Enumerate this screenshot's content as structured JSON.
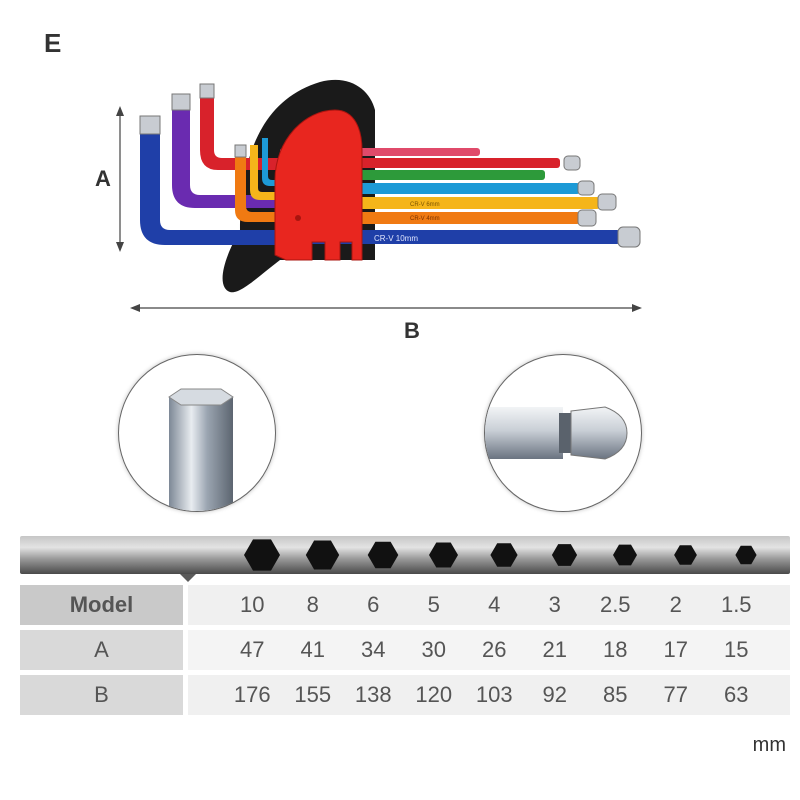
{
  "labels": {
    "corner": "E",
    "dim_a": "A",
    "dim_b": "B"
  },
  "wrench_prints": {
    "large": "CR-V  10mm",
    "mid": "CR-V  6mm",
    "small": "CR-V  4mm"
  },
  "table": {
    "header_label": "Model",
    "rows": [
      {
        "label": "Model",
        "values": [
          "10",
          "8",
          "6",
          "5",
          "4",
          "3",
          "2.5",
          "2",
          "1.5"
        ]
      },
      {
        "label": "A",
        "values": [
          "47",
          "41",
          "34",
          "30",
          "26",
          "21",
          "18",
          "17",
          "15"
        ]
      },
      {
        "label": "B",
        "values": [
          "176",
          "155",
          "138",
          "120",
          "103",
          "92",
          "85",
          "77",
          "63"
        ]
      }
    ],
    "unit": "mm"
  },
  "hex_sizes": [
    "10",
    "8",
    "6",
    "5",
    "4",
    "3",
    "2.5",
    "2",
    "1.5"
  ],
  "colors": {
    "holder": "#e8261f",
    "holder_back": "#1a1a1a",
    "keys": [
      "#1f3fa8",
      "#6a2bb0",
      "#d8222b",
      "#f07a12",
      "#f5b51a",
      "#2d9a3a",
      "#1d9ad6",
      "#8a3fc0",
      "#d8222b"
    ]
  },
  "icons": [
    "hex-end-icon",
    "ball-end-icon",
    "hex-size-icon"
  ]
}
